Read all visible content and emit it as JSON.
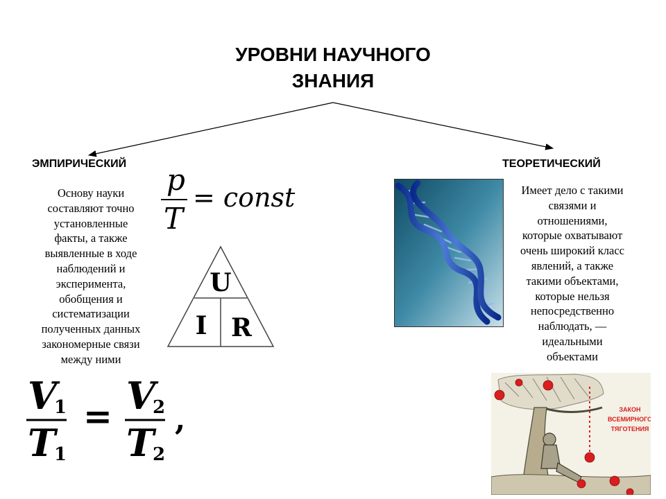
{
  "title": {
    "line1": "УРОВНИ НАУЧНОГО",
    "line2": "ЗНАНИЯ"
  },
  "empirical": {
    "label": "ЭМПИРИЧЕСКИЙ",
    "description_lines": [
      "Основу науки",
      "составляют точно",
      "установленные",
      "факты, а также",
      "выявленные в ходе",
      "наблюдений и",
      "эксперимента,",
      "обобщения и",
      "систематизации",
      "полученных данных",
      "закономерные связи",
      "между ними"
    ]
  },
  "theoretical": {
    "label": "ТЕОРЕТИЧЕСКИЙ",
    "description_lines": [
      "Имеет дело с такими",
      "связями и",
      "отношениями,",
      "которые охватывают",
      "очень широкий класс",
      "явлений, а также",
      "такими объектами,",
      "которые нельзя",
      "непосредственно",
      "наблюдать, —",
      "идеальными",
      "объектами"
    ]
  },
  "formula_pt": {
    "numerator": "p",
    "denominator": "T",
    "rhs": "= const"
  },
  "ohm_triangle": {
    "top": "U",
    "bottom_left": "I",
    "bottom_right": "R"
  },
  "formula_vt": {
    "v1": "V",
    "v1_sub": "1",
    "t1": "T",
    "t1_sub": "1",
    "eq": "=",
    "v2": "V",
    "v2_sub": "2",
    "t2": "T",
    "t2_sub": "2",
    "comma": ","
  },
  "newton_image": {
    "caption_lines": [
      "ЗАКОН",
      "ВСЕМИРНОГО",
      "ТЯГОТЕНИЯ"
    ],
    "caption_color": "#d81e1e"
  },
  "dna_image": {
    "icon": "dna-helix-icon"
  }
}
